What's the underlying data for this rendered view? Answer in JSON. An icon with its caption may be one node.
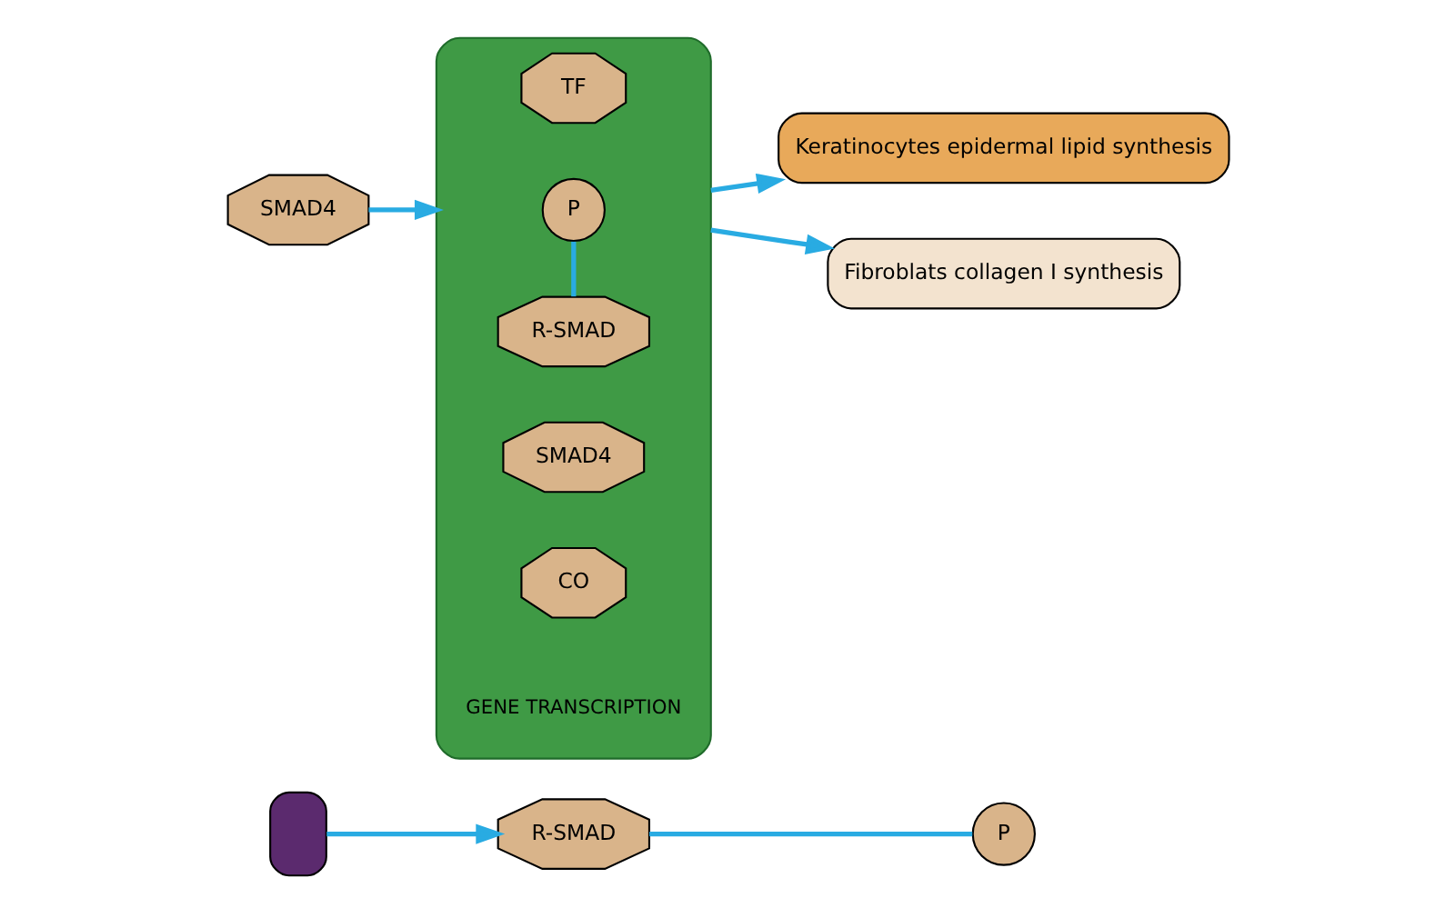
{
  "diagram": {
    "nodes": [
      {
        "text": [],
        "shape": "box"
      },
      {
        "text": [
          "R-SMAD"
        ]
      },
      {
        "text": [
          "P"
        ]
      },
      {
        "text": [
          "SMAD4"
        ]
      },
      {
        "text": [],
        "shape": "box"
      },
      {
        "text": [
          "TF"
        ],
        "in": 4
      },
      {
        "text": [
          "R-SMAD"
        ],
        "in": 4
      },
      {
        "text": [
          "P"
        ],
        "in": 4
      },
      {
        "text": [
          "SMAD4"
        ],
        "in": 4
      },
      {
        "text": [
          "CO"
        ],
        "in": 4
      },
      {
        "text": [
          "Keratinocytes epidermal lipid synthesis"
        ]
      },
      {
        "text": [
          "Fibroblats collagen I synthesis"
        ]
      }
    ],
    "edges": [
      {
        "from": 0,
        "to": 1,
        "arrow": "to"
      },
      {
        "from": 1,
        "to": 2,
        "arrow": "none"
      },
      {
        "from": 3,
        "to": 4,
        "arrow": "to"
      },
      {
        "from": 6,
        "to": 7,
        "arrow": "none"
      },
      {
        "from": 4,
        "to": 10,
        "arrow": "to"
      },
      {
        "from": 4,
        "to": 11,
        "arrow": "to"
      }
    ],
    "labels": [
      "GENE TRANSCRIPTION"
    ]
  }
}
